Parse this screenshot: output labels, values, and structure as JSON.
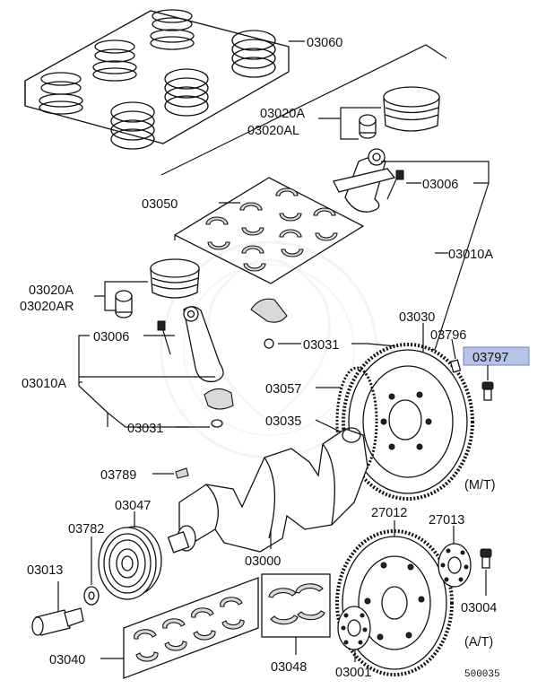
{
  "labels": {
    "l03060": "03060",
    "l03020a_top": "03020A",
    "l03020al": "03020AL",
    "l03006_top": "03006",
    "l03050": "03050",
    "l03010a_right": "03010A",
    "l03020a_left": "03020A",
    "l03020ar": "03020AR",
    "l03006_left": "03006",
    "l03031_mid": "03031",
    "l03030": "03030",
    "l03796": "03796",
    "l03797": "03797",
    "l03010a_left": "03010A",
    "l03057": "03057",
    "l03031_left": "03031",
    "l03035": "03035",
    "l_mt": "(M/T)",
    "l03789": "03789",
    "l03047": "03047",
    "l27012": "27012",
    "l27013": "27013",
    "l03782": "03782",
    "l03013": "03013",
    "l03000": "03000",
    "l03004": "03004",
    "l03040": "03040",
    "l03048": "03048",
    "l03001": "03001",
    "l_at": "(A/T)",
    "l_code": "500035"
  },
  "colors": {
    "highlight_fill": "#b7c4ea",
    "highlight_border": "#6f7fb6",
    "line": "#111111",
    "watermark": "#e9e9e9"
  }
}
